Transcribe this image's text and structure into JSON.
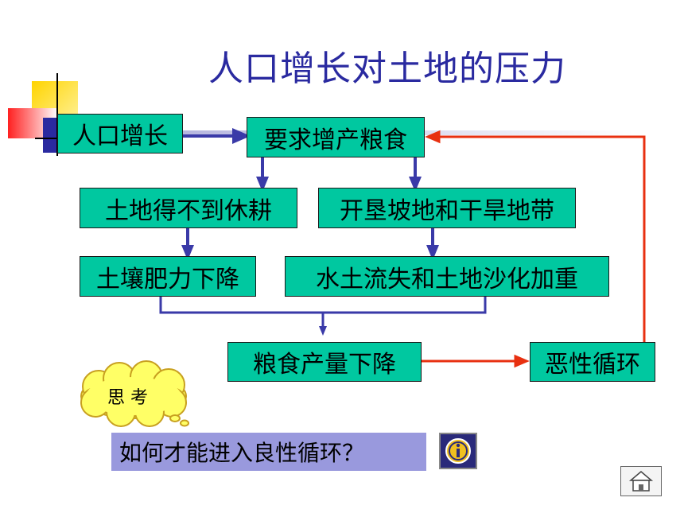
{
  "title": "人口增长对土地的压力",
  "boxes": {
    "population_growth": "人口增长",
    "demand_food": "要求增产粮食",
    "no_fallow": "土地得不到休耕",
    "reclaim": "开垦坡地和干旱地带",
    "fertility_drop": "土壤肥力下降",
    "erosion": "水土流失和土地沙化加重",
    "yield_drop": "粮食产量下降",
    "vicious_cycle": "恶性循环"
  },
  "thought_bubble": "思 考",
  "question": "如何才能进入良性循环？",
  "icons": {
    "info": "info-icon",
    "home": "home-icon"
  },
  "colors": {
    "box_fill": "#00c8a0",
    "title": "#2a2aa0",
    "arrow_blue": "#3a3aa8",
    "arrow_red": "#e83010",
    "question_bg": "#9999dd",
    "bubble_fill": "#ffff66"
  }
}
